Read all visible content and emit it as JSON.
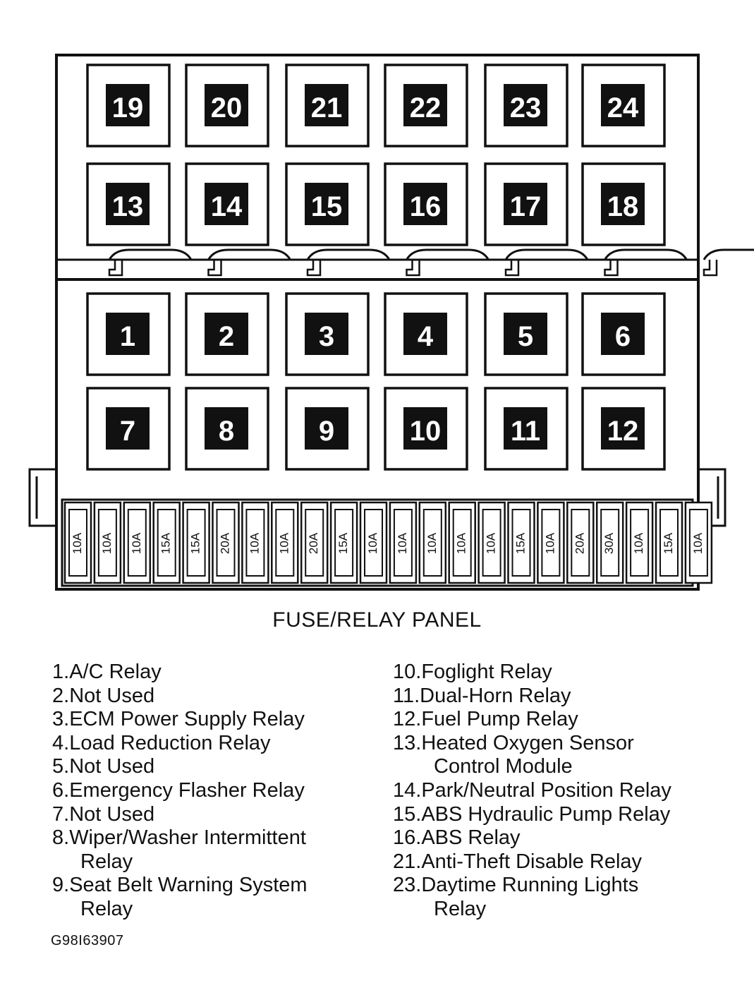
{
  "panel": {
    "relays_top": [
      "19",
      "20",
      "21",
      "22",
      "23",
      "24"
    ],
    "relays_row2": [
      "13",
      "14",
      "15",
      "16",
      "17",
      "18"
    ],
    "relays_row3": [
      "1",
      "2",
      "3",
      "4",
      "5",
      "6"
    ],
    "relays_row4": [
      "7",
      "8",
      "9",
      "10",
      "11",
      "12"
    ],
    "fuses": [
      "10A",
      "10A",
      "10A",
      "15A",
      "15A",
      "20A",
      "10A",
      "10A",
      "20A",
      "15A",
      "10A",
      "10A",
      "10A",
      "10A",
      "10A",
      "15A",
      "10A",
      "20A",
      "30A",
      "10A",
      "15A",
      "10A"
    ]
  },
  "caption": "FUSE/RELAY PANEL",
  "legend_left": [
    {
      "num": "1.",
      "text": "A/C Relay"
    },
    {
      "num": "2.",
      "text": "Not Used"
    },
    {
      "num": "3.",
      "text": "ECM Power Supply Relay"
    },
    {
      "num": "4.",
      "text": "Load Reduction Relay"
    },
    {
      "num": "5.",
      "text": "Not Used"
    },
    {
      "num": "6.",
      "text": "Emergency Flasher Relay"
    },
    {
      "num": "7.",
      "text": "Not Used"
    },
    {
      "num": "8.",
      "text": "Wiper/Washer Intermittent",
      "cont": "Relay"
    },
    {
      "num": "9.",
      "text": "Seat Belt Warning System",
      "cont": "Relay"
    }
  ],
  "legend_right": [
    {
      "num": "10.",
      "text": "Foglight Relay"
    },
    {
      "num": "11.",
      "text": "Dual-Horn Relay"
    },
    {
      "num": "12.",
      "text": "Fuel Pump Relay"
    },
    {
      "num": "13.",
      "text": "Heated Oxygen Sensor",
      "cont": "Control Module"
    },
    {
      "num": "14.",
      "text": "Park/Neutral Position Relay"
    },
    {
      "num": "15.",
      "text": "ABS Hydraulic Pump Relay"
    },
    {
      "num": "16.",
      "text": "ABS Relay"
    },
    {
      "num": "21.",
      "text": "Anti-Theft Disable Relay"
    },
    {
      "num": "23.",
      "text": "Daytime Running Lights",
      "cont": "Relay"
    }
  ],
  "figure_code": "G98I63907"
}
